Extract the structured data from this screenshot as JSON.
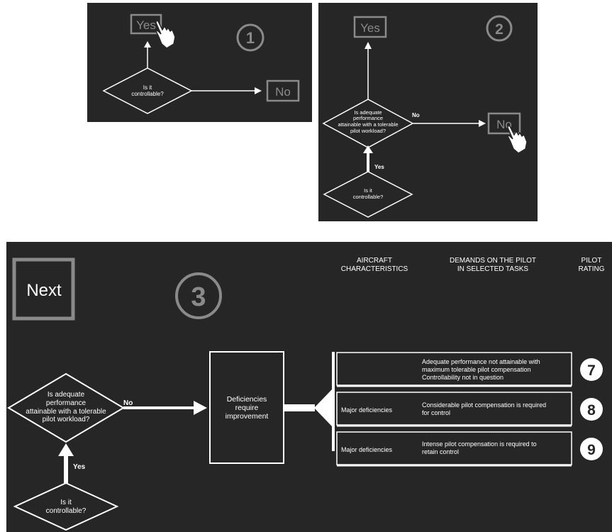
{
  "panel1": {
    "step": "1",
    "question": [
      "Is it",
      "controllable?"
    ],
    "yes": "Yes",
    "no": "No"
  },
  "panel2": {
    "step": "2",
    "question_top": [
      "Is adequate",
      "performance",
      "attainable with a tolerable",
      "pilot workload?"
    ],
    "question_bottom": [
      "Is it",
      "controllable?"
    ],
    "yes_box": "Yes",
    "no_box": "No",
    "edge_no": "No",
    "edge_yes": "Yes"
  },
  "panel3": {
    "step": "3",
    "next": "Next",
    "headers": {
      "aircraft": [
        "AIRCRAFT",
        "CHARACTERISTICS"
      ],
      "demands": [
        "DEMANDS ON THE PILOT",
        "IN SELECTED TASKS"
      ],
      "rating": [
        "PILOT",
        "RATING"
      ]
    },
    "question_top": [
      "Is adequate",
      "performance",
      "attainable with a tolerable",
      "pilot workload?"
    ],
    "question_bottom": [
      "Is it",
      "controllable?"
    ],
    "edge_no": "No",
    "edge_yes": "Yes",
    "deficiency_box": [
      "Deficiencies",
      "require",
      "improvement"
    ],
    "rows": [
      {
        "aircraft": "",
        "demands": [
          "Adequate performance not attainable with",
          "maximum tolerable pilot compensation",
          "Controllability not in question"
        ],
        "rating": "7"
      },
      {
        "aircraft": "Major deficiencies",
        "demands": [
          "Considerable pilot compensation is required",
          "for control"
        ],
        "rating": "8"
      },
      {
        "aircraft": "Major deficiencies",
        "demands": [
          "Intense pilot compensation is required to",
          "retain control"
        ],
        "rating": "9"
      }
    ]
  }
}
